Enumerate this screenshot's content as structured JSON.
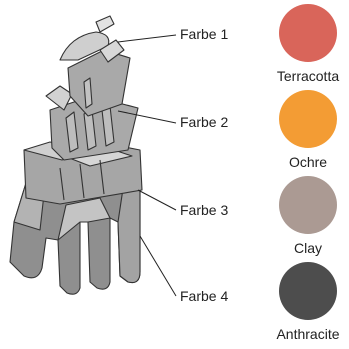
{
  "callouts": [
    {
      "label": "Farbe 1"
    },
    {
      "label": "Farbe 2"
    },
    {
      "label": "Farbe 3"
    },
    {
      "label": "Farbe 4"
    }
  ],
  "swatches": [
    {
      "name": "Terracotta",
      "color": "#d9655a"
    },
    {
      "name": "Ochre",
      "color": "#f39c34"
    },
    {
      "name": "Clay",
      "color": "#ab9a93"
    },
    {
      "name": "Anthracite",
      "color": "#4d4d4d"
    }
  ]
}
